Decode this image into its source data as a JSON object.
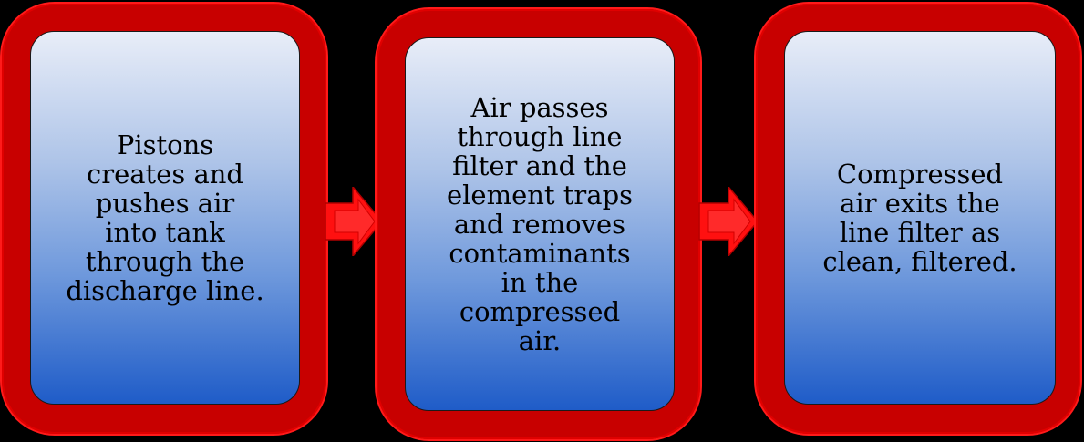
{
  "diagram": {
    "type": "process-flow",
    "colors": {
      "background": "#000000",
      "frame_red": "#c80000",
      "frame_highlight": "#ff1a1a",
      "panel_top": "#e8edf8",
      "panel_bottom": "#1f5cc8",
      "arrow_red": "#ff1010"
    },
    "steps": [
      {
        "id": 1,
        "text": "Pistons\ncreates and\npushes air\ninto tank\nthrough the\ndischarge line."
      },
      {
        "id": 2,
        "text": "Air passes\nthrough line\nfilter and the\nelement traps\nand removes\ncontaminants\nin the\ncompressed\nair."
      },
      {
        "id": 3,
        "text": "Compressed\nair exits the\nline filter as\nclean, filtered."
      }
    ],
    "connectors": [
      {
        "from": 1,
        "to": 2,
        "icon": "right-arrow-icon"
      },
      {
        "from": 2,
        "to": 3,
        "icon": "right-arrow-icon"
      }
    ]
  }
}
